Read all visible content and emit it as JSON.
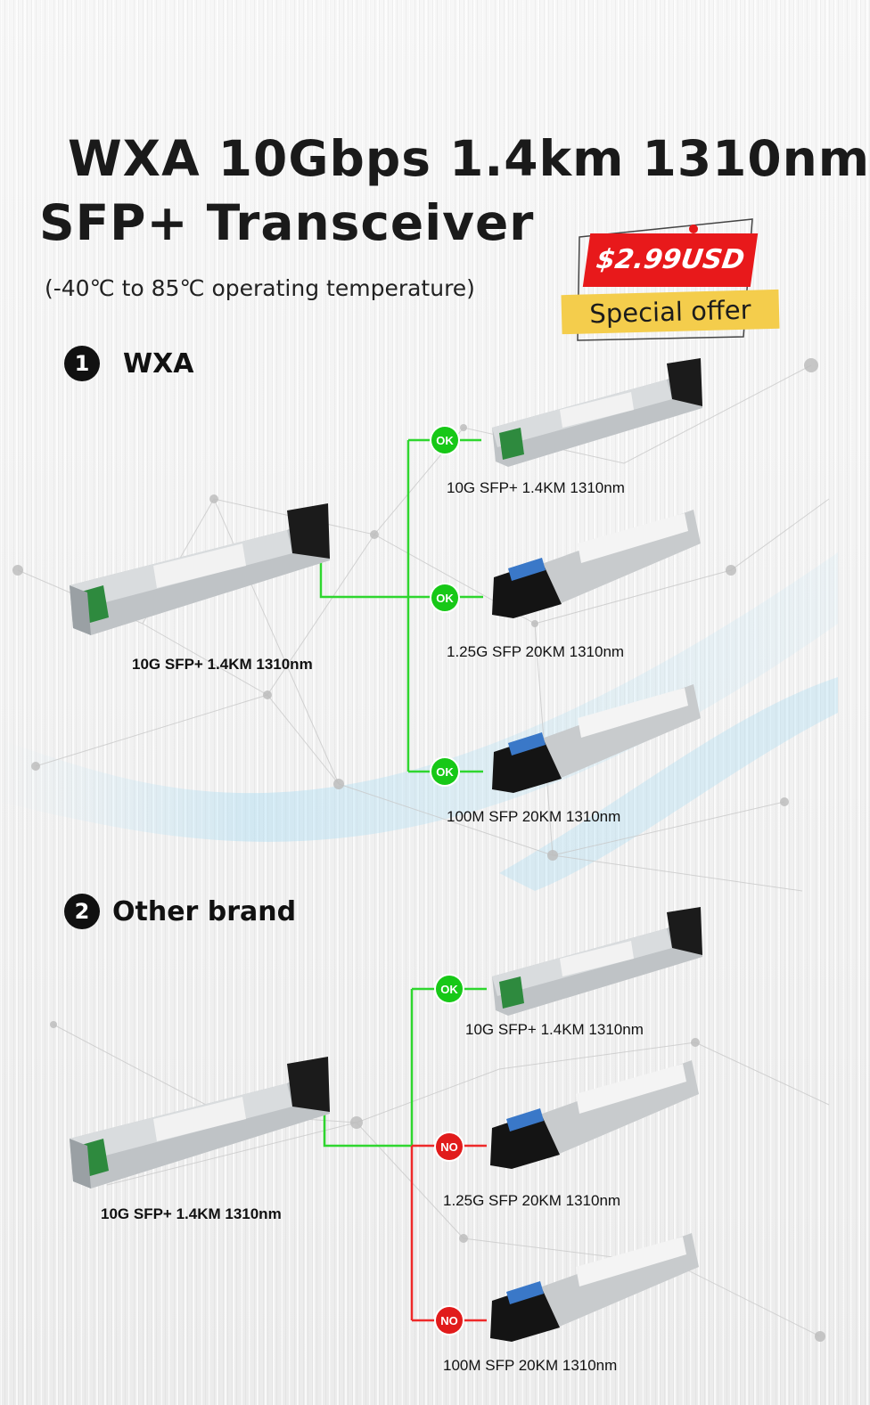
{
  "title": {
    "line1": "WXA   10Gbps 1.4km 1310nm",
    "line2": "SFP+ Transceiver",
    "subtitle": "(-40℃ to 85℃ operating temperature)"
  },
  "promo": {
    "price": "$2.99USD",
    "offer": "Special offer"
  },
  "sections": [
    {
      "number": "1",
      "label": "WXA",
      "source_caption": "10G SFP+ 1.4KM 1310nm",
      "targets": [
        {
          "caption": "10G SFP+ 1.4KM 1310nm",
          "status": "OK"
        },
        {
          "caption": "1.25G SFP 20KM 1310nm",
          "status": "OK"
        },
        {
          "caption": "100M SFP 20KM 1310nm",
          "status": "OK"
        }
      ]
    },
    {
      "number": "2",
      "label": "Other brand",
      "source_caption": "10G SFP+ 1.4KM 1310nm",
      "targets": [
        {
          "caption": "10G SFP+ 1.4KM 1310nm",
          "status": "OK"
        },
        {
          "caption": "1.25G SFP 20KM 1310nm",
          "status": "NO"
        },
        {
          "caption": "100M SFP 20KM 1310nm",
          "status": "NO"
        }
      ]
    }
  ],
  "colors": {
    "ok": "#17c817",
    "no": "#e11b1b",
    "line_ok": "#2fd62f",
    "line_no": "#ee2a2a",
    "price_bg": "#e8191b",
    "offer_bg": "#f4cd4c",
    "module_latch": "#3a78c8"
  }
}
